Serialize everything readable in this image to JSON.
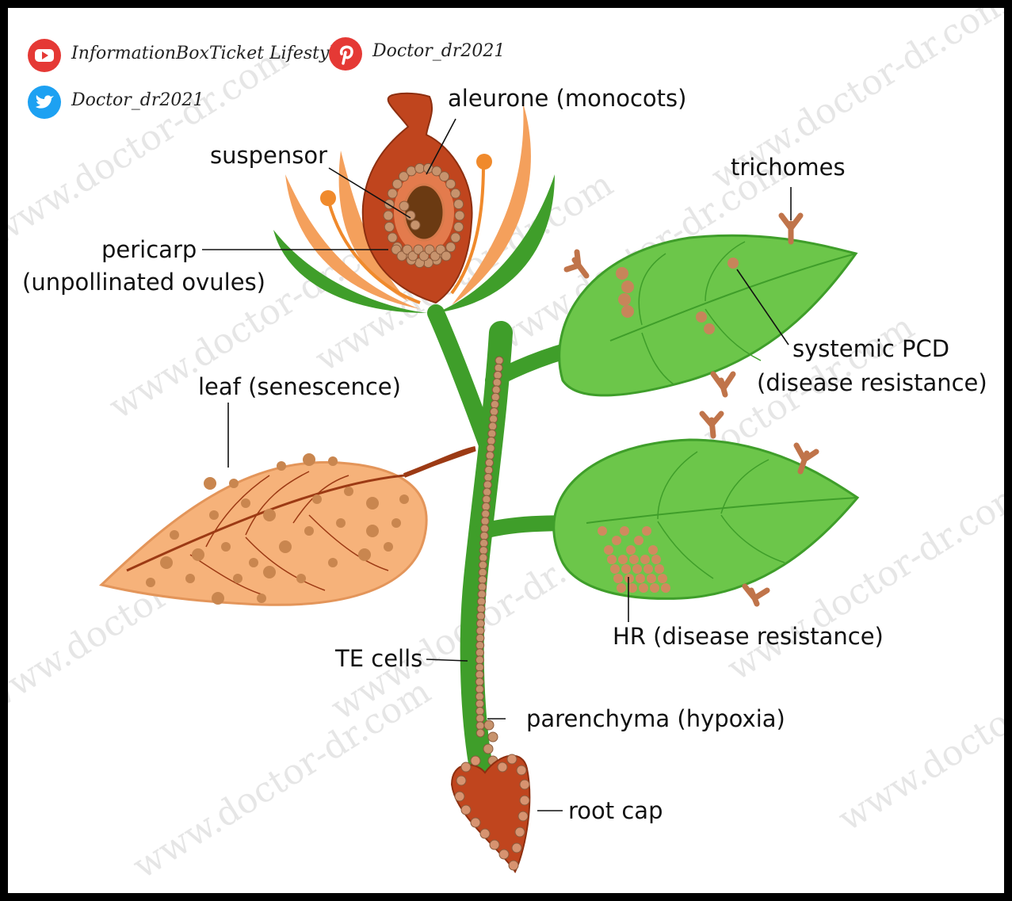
{
  "social": {
    "youtube": "InformationBoxTicket Lifestyles",
    "pinterest": "Doctor_dr2021",
    "twitter": "Doctor_dr2021"
  },
  "watermark": "www.doctor-dr.com",
  "labels": {
    "aleurone": "aleurone (monocots)",
    "suspensor": "suspensor",
    "pericarp_1": "pericarp",
    "pericarp_2": "(unpollinated ovules)",
    "trichomes": "trichomes",
    "systemic_1": "systemic PCD",
    "systemic_2": "(disease resistance)",
    "leaf_senescence": "leaf (senescence)",
    "hr": "HR (disease resistance)",
    "te_cells": "TE cells",
    "parenchyma": "parenchyma (hypoxia)",
    "root_cap": "root cap"
  },
  "colors": {
    "youtube": "#e53935",
    "pinterest": "#e53935",
    "twitter": "#1da1f2",
    "green_leaf": "#6cc64a",
    "stem_green": "#3f9e2a",
    "ovary": "#c0451e",
    "senescent_leaf": "#f6b27a",
    "cell_dots": "#b87d5a"
  }
}
